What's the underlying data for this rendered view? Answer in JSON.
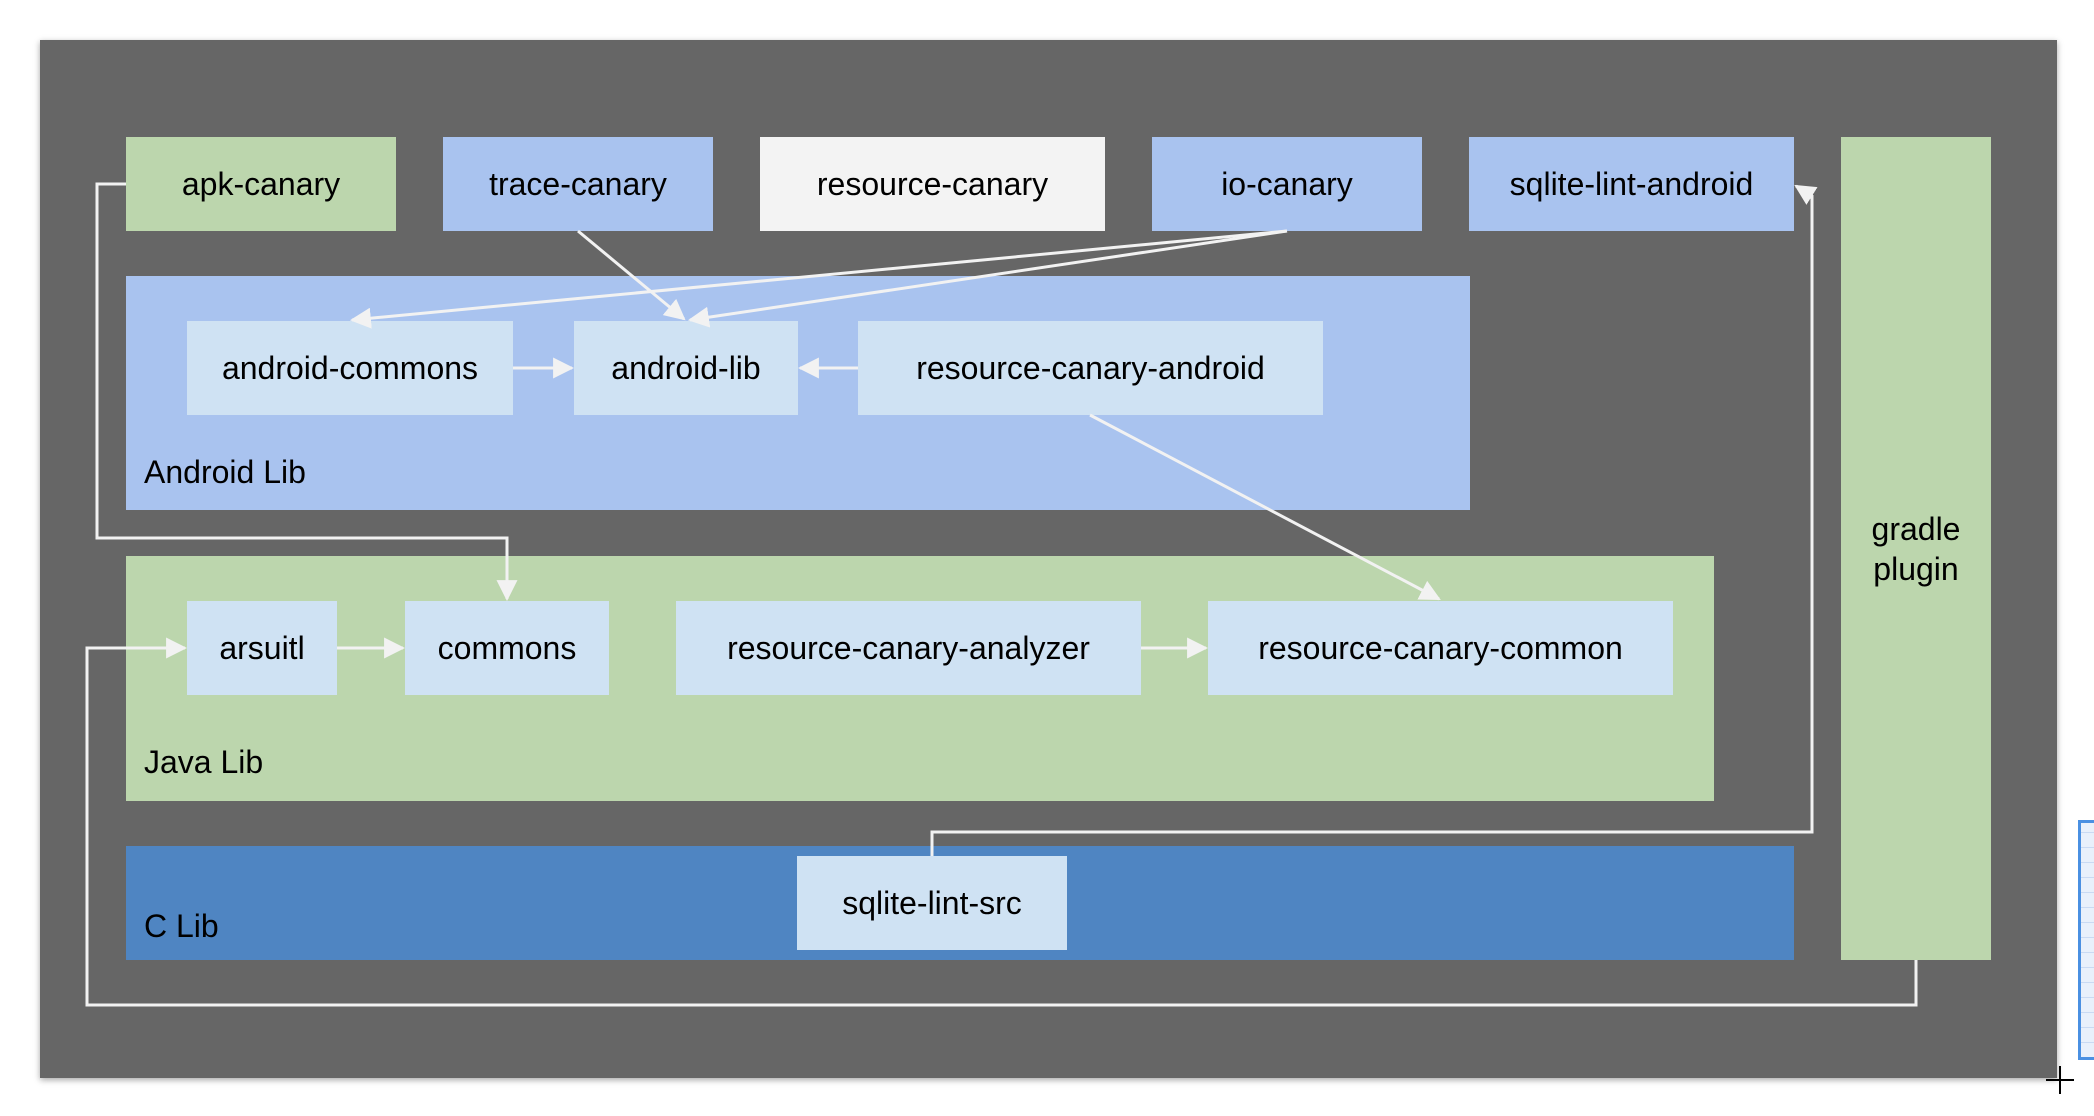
{
  "colors": {
    "canvas": "#666666",
    "green": "#bcd6ad",
    "blue": "#a9c3ef",
    "white_box": "#f3f3f3",
    "light_node": "#cfe2f3",
    "dark_blue": "#4f85c2",
    "edge": "#f2f2f2"
  },
  "groups": {
    "android_lib": "Android Lib",
    "java_lib": "Java Lib",
    "c_lib": "C Lib"
  },
  "nodes": {
    "apk_canary": "apk-canary",
    "trace_canary": "trace-canary",
    "resource_canary": "resource-canary",
    "io_canary": "io-canary",
    "sqlite_lint_android": "sqlite-lint-android",
    "gradle_plugin_line1": "gradle",
    "gradle_plugin_line2": "plugin",
    "android_commons": "android-commons",
    "android_lib": "android-lib",
    "resource_canary_android": "resource-canary-android",
    "arsuitl": "arsuitl",
    "commons": "commons",
    "resource_canary_analyzer": "resource-canary-analyzer",
    "resource_canary_common": "resource-canary-common",
    "sqlite_lint_src": "sqlite-lint-src"
  }
}
